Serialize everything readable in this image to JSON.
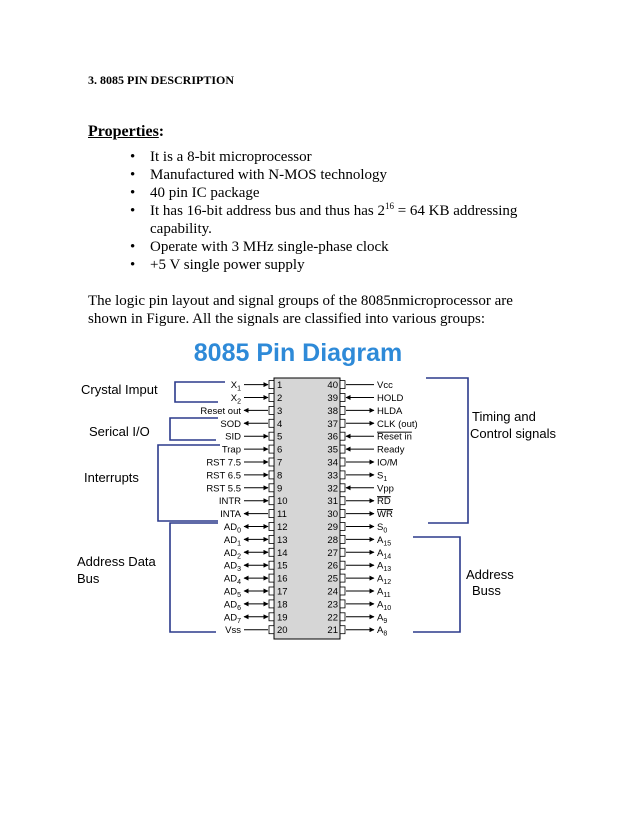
{
  "heading": "3. 8085 PIN DESCRIPTION",
  "properties": {
    "label": "Properties",
    "colon": ":",
    "items": [
      {
        "pre": "It is a 8-bit microprocessor",
        "sup": "",
        "post": ""
      },
      {
        "pre": "Manufactured with N-MOS technology",
        "sup": "",
        "post": ""
      },
      {
        "pre": "40 pin IC package",
        "sup": "",
        "post": ""
      },
      {
        "pre": "It has 16-bit address bus and thus has 2",
        "sup": "16",
        "post": " = 64 KB addressing capability."
      },
      {
        "pre": "Operate with 3 MHz single-phase clock",
        "sup": "",
        "post": ""
      },
      {
        "pre": "+5 V single power supply",
        "sup": "",
        "post": ""
      }
    ]
  },
  "paragraph": "The logic pin layout and signal groups of the 8085nmicroprocessor are shown in Figure. All the signals are classified into various groups:",
  "diagram": {
    "title": "8085 Pin Diagram",
    "colors": {
      "title": "#2e8ad8",
      "bracket": "#2b3a8c",
      "chip_fill": "#d6d6d6"
    },
    "groups_left": [
      "Crystal Imput",
      "Serical I/O",
      "Interrupts",
      "Address Data",
      "Bus"
    ],
    "groups_right": [
      "Timing and",
      "Control signals",
      "Address",
      "Buss"
    ],
    "left_pins": [
      {
        "num": "1",
        "label": "X",
        "sub": "1",
        "overline": false,
        "arrow": "in"
      },
      {
        "num": "2",
        "label": "X",
        "sub": "2",
        "overline": false,
        "arrow": "in"
      },
      {
        "num": "3",
        "label": "Reset out",
        "sub": "",
        "overline": false,
        "arrow": "out"
      },
      {
        "num": "4",
        "label": "SOD",
        "sub": "",
        "overline": false,
        "arrow": "out"
      },
      {
        "num": "5",
        "label": "SID",
        "sub": "",
        "overline": false,
        "arrow": "in"
      },
      {
        "num": "6",
        "label": "Trap",
        "sub": "",
        "overline": false,
        "arrow": "in"
      },
      {
        "num": "7",
        "label": "RST 7.5",
        "sub": "",
        "overline": false,
        "arrow": "in"
      },
      {
        "num": "8",
        "label": "RST 6.5",
        "sub": "",
        "overline": false,
        "arrow": "in"
      },
      {
        "num": "9",
        "label": "RST 5.5",
        "sub": "",
        "overline": false,
        "arrow": "in"
      },
      {
        "num": "10",
        "label": "INTR",
        "sub": "",
        "overline": false,
        "arrow": "in"
      },
      {
        "num": "11",
        "label": "INTA",
        "sub": "",
        "overline": false,
        "arrow": "out"
      },
      {
        "num": "12",
        "label": "AD",
        "sub": "0",
        "overline": false,
        "arrow": "both"
      },
      {
        "num": "13",
        "label": "AD",
        "sub": "1",
        "overline": false,
        "arrow": "both"
      },
      {
        "num": "14",
        "label": "AD",
        "sub": "2",
        "overline": false,
        "arrow": "both"
      },
      {
        "num": "15",
        "label": "AD",
        "sub": "3",
        "overline": false,
        "arrow": "both"
      },
      {
        "num": "16",
        "label": "AD",
        "sub": "4",
        "overline": false,
        "arrow": "both"
      },
      {
        "num": "17",
        "label": "AD",
        "sub": "5",
        "overline": false,
        "arrow": "both"
      },
      {
        "num": "18",
        "label": "AD",
        "sub": "6",
        "overline": false,
        "arrow": "both"
      },
      {
        "num": "19",
        "label": "AD",
        "sub": "7",
        "overline": false,
        "arrow": "both"
      },
      {
        "num": "20",
        "label": "Vss",
        "sub": "",
        "overline": false,
        "arrow": "none"
      }
    ],
    "right_pins": [
      {
        "num": "40",
        "label": "Vcc",
        "sub": "",
        "overline": false,
        "arrow": "none"
      },
      {
        "num": "39",
        "label": "HOLD",
        "sub": "",
        "overline": false,
        "arrow": "in"
      },
      {
        "num": "38",
        "label": "HLDA",
        "sub": "",
        "overline": false,
        "arrow": "out"
      },
      {
        "num": "37",
        "label": "CLK (out)",
        "sub": "",
        "overline": false,
        "arrow": "out"
      },
      {
        "num": "36",
        "label": "Reset in",
        "sub": "",
        "overline": true,
        "arrow": "in"
      },
      {
        "num": "35",
        "label": "Ready",
        "sub": "",
        "overline": false,
        "arrow": "in"
      },
      {
        "num": "34",
        "label": "IO/M",
        "sub": "",
        "overline": false,
        "arrow": "out"
      },
      {
        "num": "33",
        "label": "S",
        "sub": "1",
        "overline": false,
        "arrow": "out"
      },
      {
        "num": "32",
        "label": "Vpp",
        "sub": "",
        "overline": false,
        "arrow": "in"
      },
      {
        "num": "31",
        "label": "RD",
        "sub": "",
        "overline": true,
        "arrow": "out"
      },
      {
        "num": "30",
        "label": "WR",
        "sub": "",
        "overline": true,
        "arrow": "out"
      },
      {
        "num": "29",
        "label": "S",
        "sub": "0",
        "overline": false,
        "arrow": "out"
      },
      {
        "num": "28",
        "label": "A",
        "sub": "15",
        "overline": false,
        "arrow": "out"
      },
      {
        "num": "27",
        "label": "A",
        "sub": "14",
        "overline": false,
        "arrow": "out"
      },
      {
        "num": "26",
        "label": "A",
        "sub": "13",
        "overline": false,
        "arrow": "out"
      },
      {
        "num": "25",
        "label": "A",
        "sub": "12",
        "overline": false,
        "arrow": "out"
      },
      {
        "num": "24",
        "label": "A",
        "sub": "11",
        "overline": false,
        "arrow": "out"
      },
      {
        "num": "23",
        "label": "A",
        "sub": "10",
        "overline": false,
        "arrow": "out"
      },
      {
        "num": "22",
        "label": "A",
        "sub": "9",
        "overline": false,
        "arrow": "out"
      },
      {
        "num": "21",
        "label": "A",
        "sub": "8",
        "overline": false,
        "arrow": "out"
      }
    ]
  }
}
